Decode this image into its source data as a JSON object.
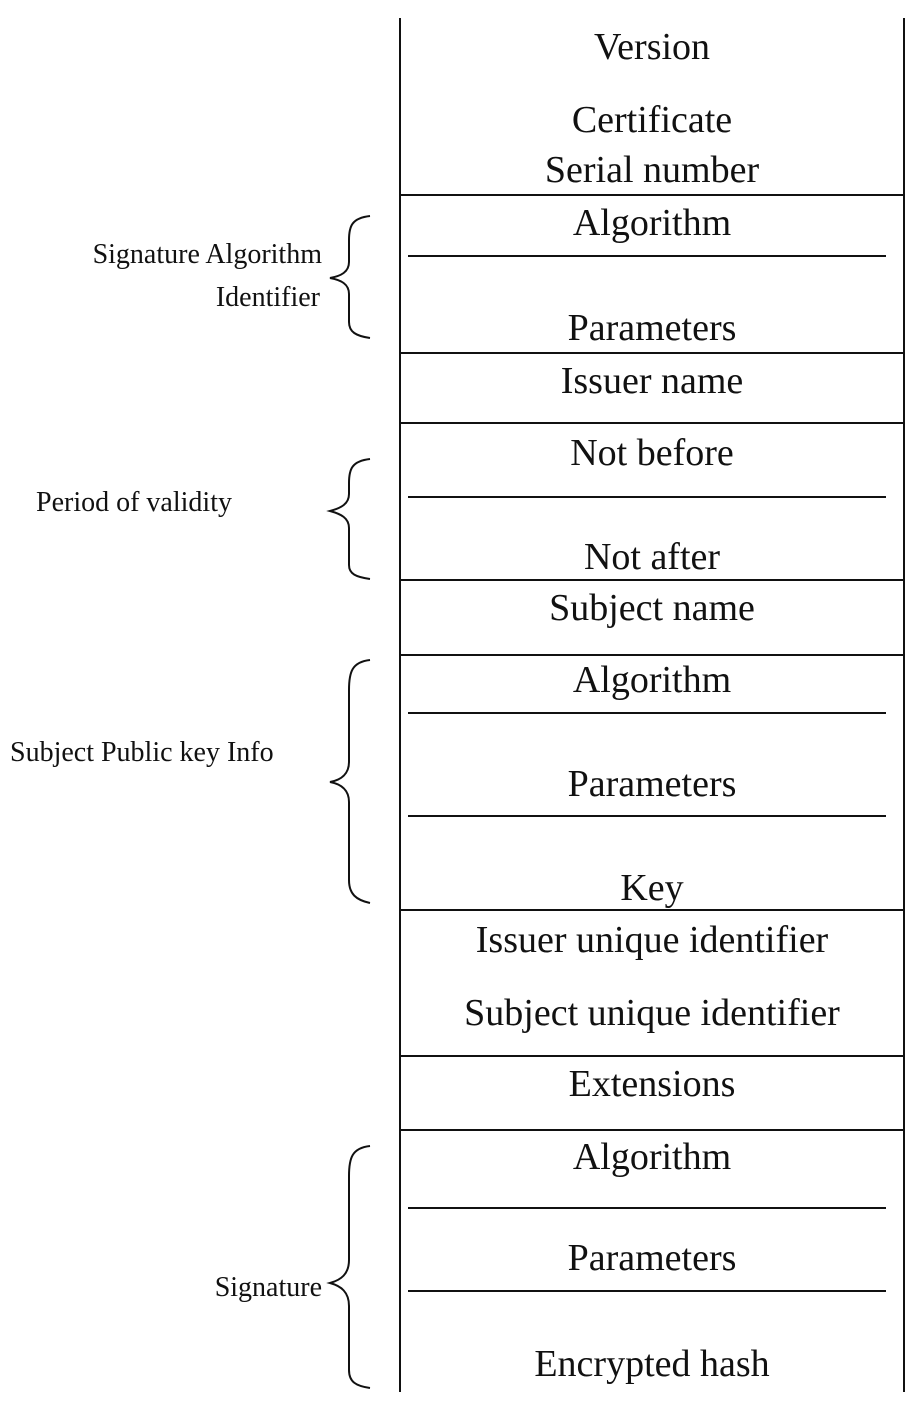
{
  "fields": {
    "version": "Version",
    "certificate": "Certificate",
    "serial_number": "Serial number",
    "sig_algorithm": "Algorithm",
    "sig_parameters": "Parameters",
    "issuer_name": "Issuer name",
    "not_before": "Not before",
    "not_after": "Not after",
    "subject_name": "Subject name",
    "pk_algorithm": "Algorithm",
    "pk_parameters": "Parameters",
    "pk_key": "Key",
    "issuer_unique_id": "Issuer unique identifier",
    "subject_unique_id": "Subject unique identifier",
    "extensions": "Extensions",
    "signature_algorithm": "Algorithm",
    "signature_parameters": "Parameters",
    "encrypted_hash": "Encrypted hash"
  },
  "groups": {
    "signature_algorithm_identifier_line1": "Signature Algorithm",
    "signature_algorithm_identifier_line2": "Identifier",
    "period_of_validity": "Period of  validity",
    "subject_public_key_info": "Subject Public key Info",
    "signature": "Signature"
  }
}
